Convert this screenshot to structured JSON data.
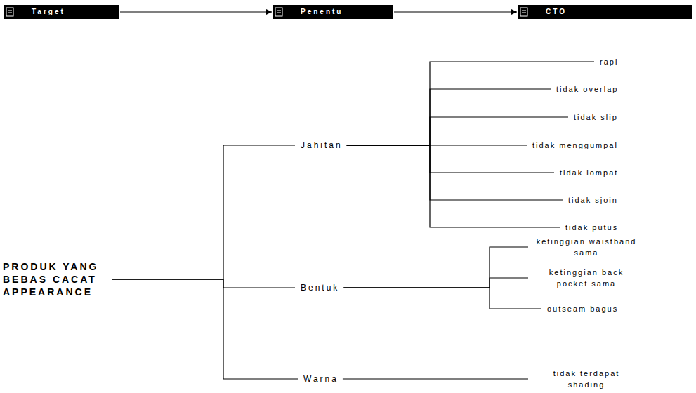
{
  "diagram": {
    "nodes": [
      {
        "text": [
          "Target"
        ]
      },
      {
        "text": [
          "Penentu"
        ]
      },
      {
        "text": [
          "CTO"
        ]
      },
      {
        "text": [
          "PRODUK YANG BEBAS CACAT APPEARANCE"
        ]
      },
      {
        "text": [
          "Jahitan"
        ]
      },
      {
        "text": [
          "Bentuk"
        ]
      },
      {
        "text": [
          "Warna"
        ]
      },
      {
        "text": [
          "rapi"
        ]
      },
      {
        "text": [
          "tidak overlap"
        ]
      },
      {
        "text": [
          "tidak slip"
        ]
      },
      {
        "text": [
          "tidak menggumpal"
        ]
      },
      {
        "text": [
          "tidak lompat"
        ]
      },
      {
        "text": [
          "tidak sjoin"
        ]
      },
      {
        "text": [
          "tidak putus"
        ]
      },
      {
        "text": [
          "ketinggian waistband sama"
        ]
      },
      {
        "text": [
          "ketinggian back pocket sama"
        ]
      },
      {
        "text": [
          "outseam bagus"
        ]
      },
      {
        "text": [
          "tidak terdapat shading"
        ]
      }
    ],
    "edges": [
      {
        "from": 0,
        "to": 1,
        "arrow": "to"
      },
      {
        "from": 1,
        "to": 2,
        "arrow": "to"
      },
      {
        "from": 3,
        "to": 4,
        "arrow": "none"
      },
      {
        "from": 3,
        "to": 5,
        "arrow": "none"
      },
      {
        "from": 3,
        "to": 6,
        "arrow": "none"
      },
      {
        "from": 4,
        "to": 7,
        "arrow": "none"
      },
      {
        "from": 4,
        "to": 8,
        "arrow": "none"
      },
      {
        "from": 4,
        "to": 9,
        "arrow": "none"
      },
      {
        "from": 4,
        "to": 10,
        "arrow": "none"
      },
      {
        "from": 4,
        "to": 11,
        "arrow": "none"
      },
      {
        "from": 4,
        "to": 12,
        "arrow": "none"
      },
      {
        "from": 4,
        "to": 13,
        "arrow": "none"
      },
      {
        "from": 5,
        "to": 14,
        "arrow": "none"
      },
      {
        "from": 5,
        "to": 15,
        "arrow": "none"
      },
      {
        "from": 5,
        "to": 16,
        "arrow": "none"
      },
      {
        "from": 6,
        "to": 17,
        "arrow": "none"
      }
    ]
  }
}
